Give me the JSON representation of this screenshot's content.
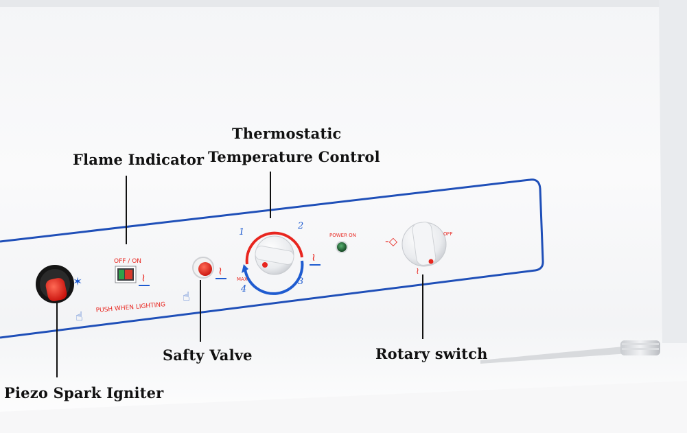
{
  "callouts": {
    "thermostat_line1": "Thermostatic",
    "thermostat_line2": "Temperature Control",
    "flame_indicator": "Flame Indicator",
    "safety_valve": "Safty Valve",
    "rotary_switch": "Rotary switch",
    "piezo_igniter": "Piezo Spark Igniter"
  },
  "panel": {
    "flame_window_label": "OFF / ON",
    "push_when_lighting": "PUSH  WHEN  LIGHTING",
    "power_on": "POWER ON",
    "dial_numbers": [
      "1",
      "2",
      "3",
      "4"
    ],
    "dial_max": "MAX",
    "switch_off": "OFF"
  },
  "colors": {
    "panel_outline": "#1f4fb8",
    "accent_red": "#e8261f",
    "dial_arc_blue": "#1e5bd0",
    "indicator_green": "#1f7a3a"
  }
}
